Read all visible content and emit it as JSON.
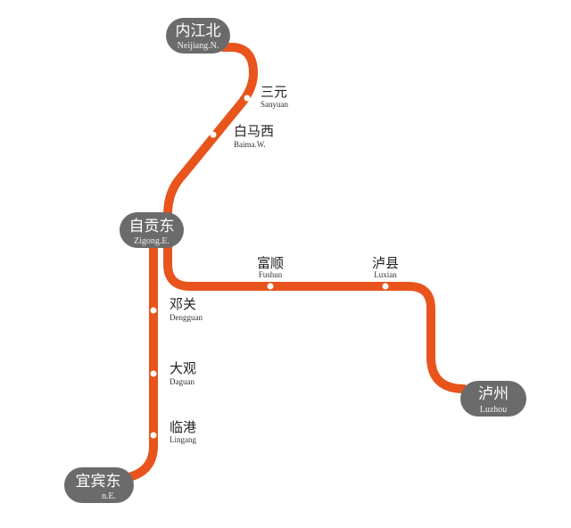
{
  "line_color": "#e8541c",
  "terminal_color": "#6b6b6b",
  "terminals": [
    {
      "cn": "内江北",
      "en": "Neijiang.N."
    },
    {
      "cn": "自贡东",
      "en": "Zigong.E."
    },
    {
      "cn": "泸州",
      "en": "Luzhou"
    },
    {
      "cn": "宜宾东",
      "en": "n.E."
    }
  ],
  "stations": [
    {
      "cn": "三元",
      "en": "Sanyuan"
    },
    {
      "cn": "白马西",
      "en": "Baima.W."
    },
    {
      "cn": "富顺",
      "en": "Fushun"
    },
    {
      "cn": "泸县",
      "en": "Luxian"
    },
    {
      "cn": "邓关",
      "en": "Dengguan"
    },
    {
      "cn": "大观",
      "en": "Daguan"
    },
    {
      "cn": "临港",
      "en": "Lingang"
    }
  ]
}
